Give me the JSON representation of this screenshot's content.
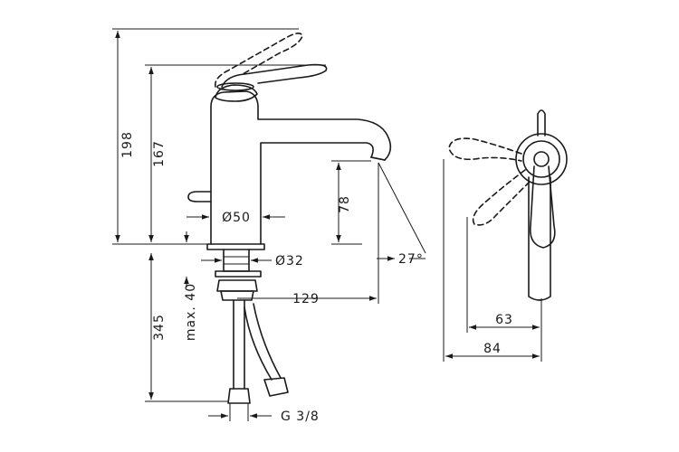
{
  "drawing": {
    "type": "technical-dimension-drawing",
    "subject": "single-lever basin faucet, side and rear views",
    "dimensions": {
      "total_height": "198",
      "body_height": "167",
      "spout_height": "78",
      "body_diameter": "Ø50",
      "thread_diameter": "Ø32",
      "spout_reach": "129",
      "max_thickness": "max. 40",
      "hose_length": "345",
      "spout_angle": "27°",
      "lever_offset": "63",
      "depth": "84",
      "connection": "G 3/8"
    }
  }
}
